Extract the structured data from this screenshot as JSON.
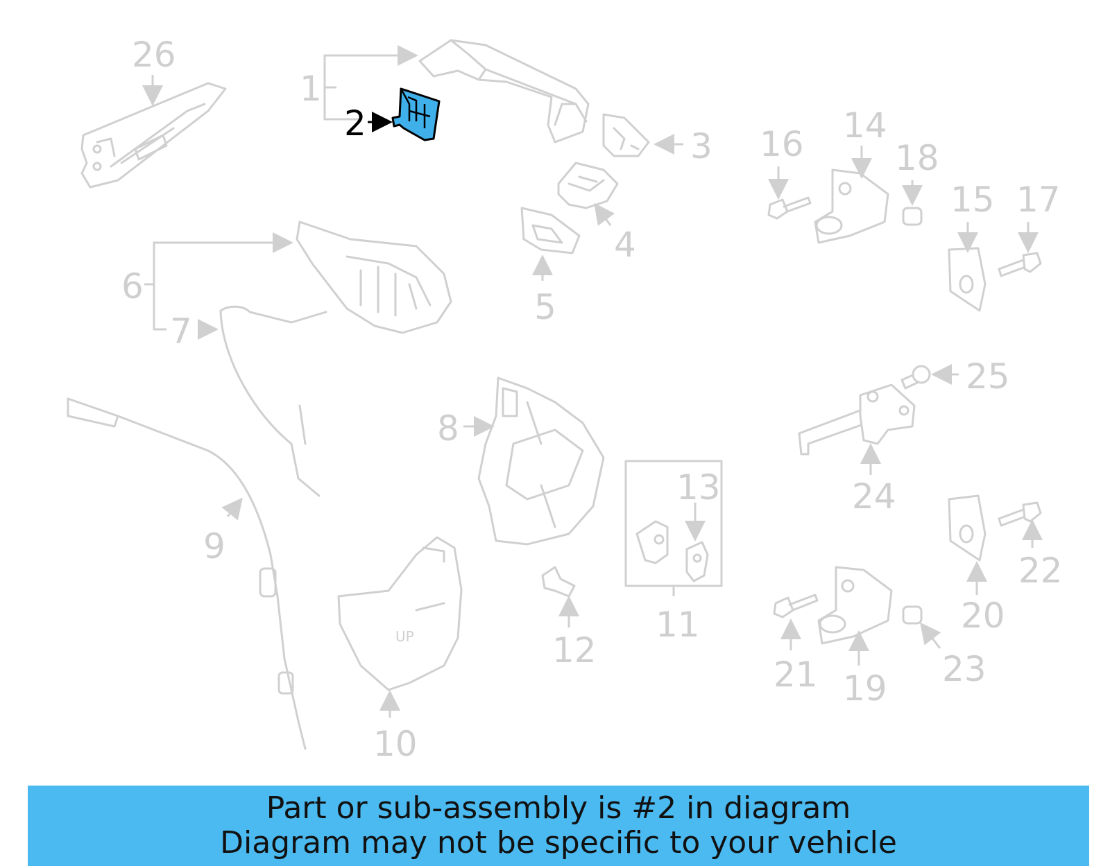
{
  "diagram": {
    "highlighted_callout": "2",
    "callouts": [
      "1",
      "2",
      "3",
      "4",
      "5",
      "6",
      "7",
      "8",
      "9",
      "10",
      "11",
      "12",
      "13",
      "14",
      "15",
      "16",
      "17",
      "18",
      "19",
      "20",
      "21",
      "22",
      "23",
      "24",
      "25",
      "26"
    ]
  },
  "banner": {
    "line1": "Part or sub-assembly is #2 in diagram",
    "line2": "Diagram may not be specific to your vehicle"
  },
  "colors": {
    "highlight": "#3fb0ea",
    "banner": "#4bbaf1",
    "line_art": "#d0d0d0"
  }
}
